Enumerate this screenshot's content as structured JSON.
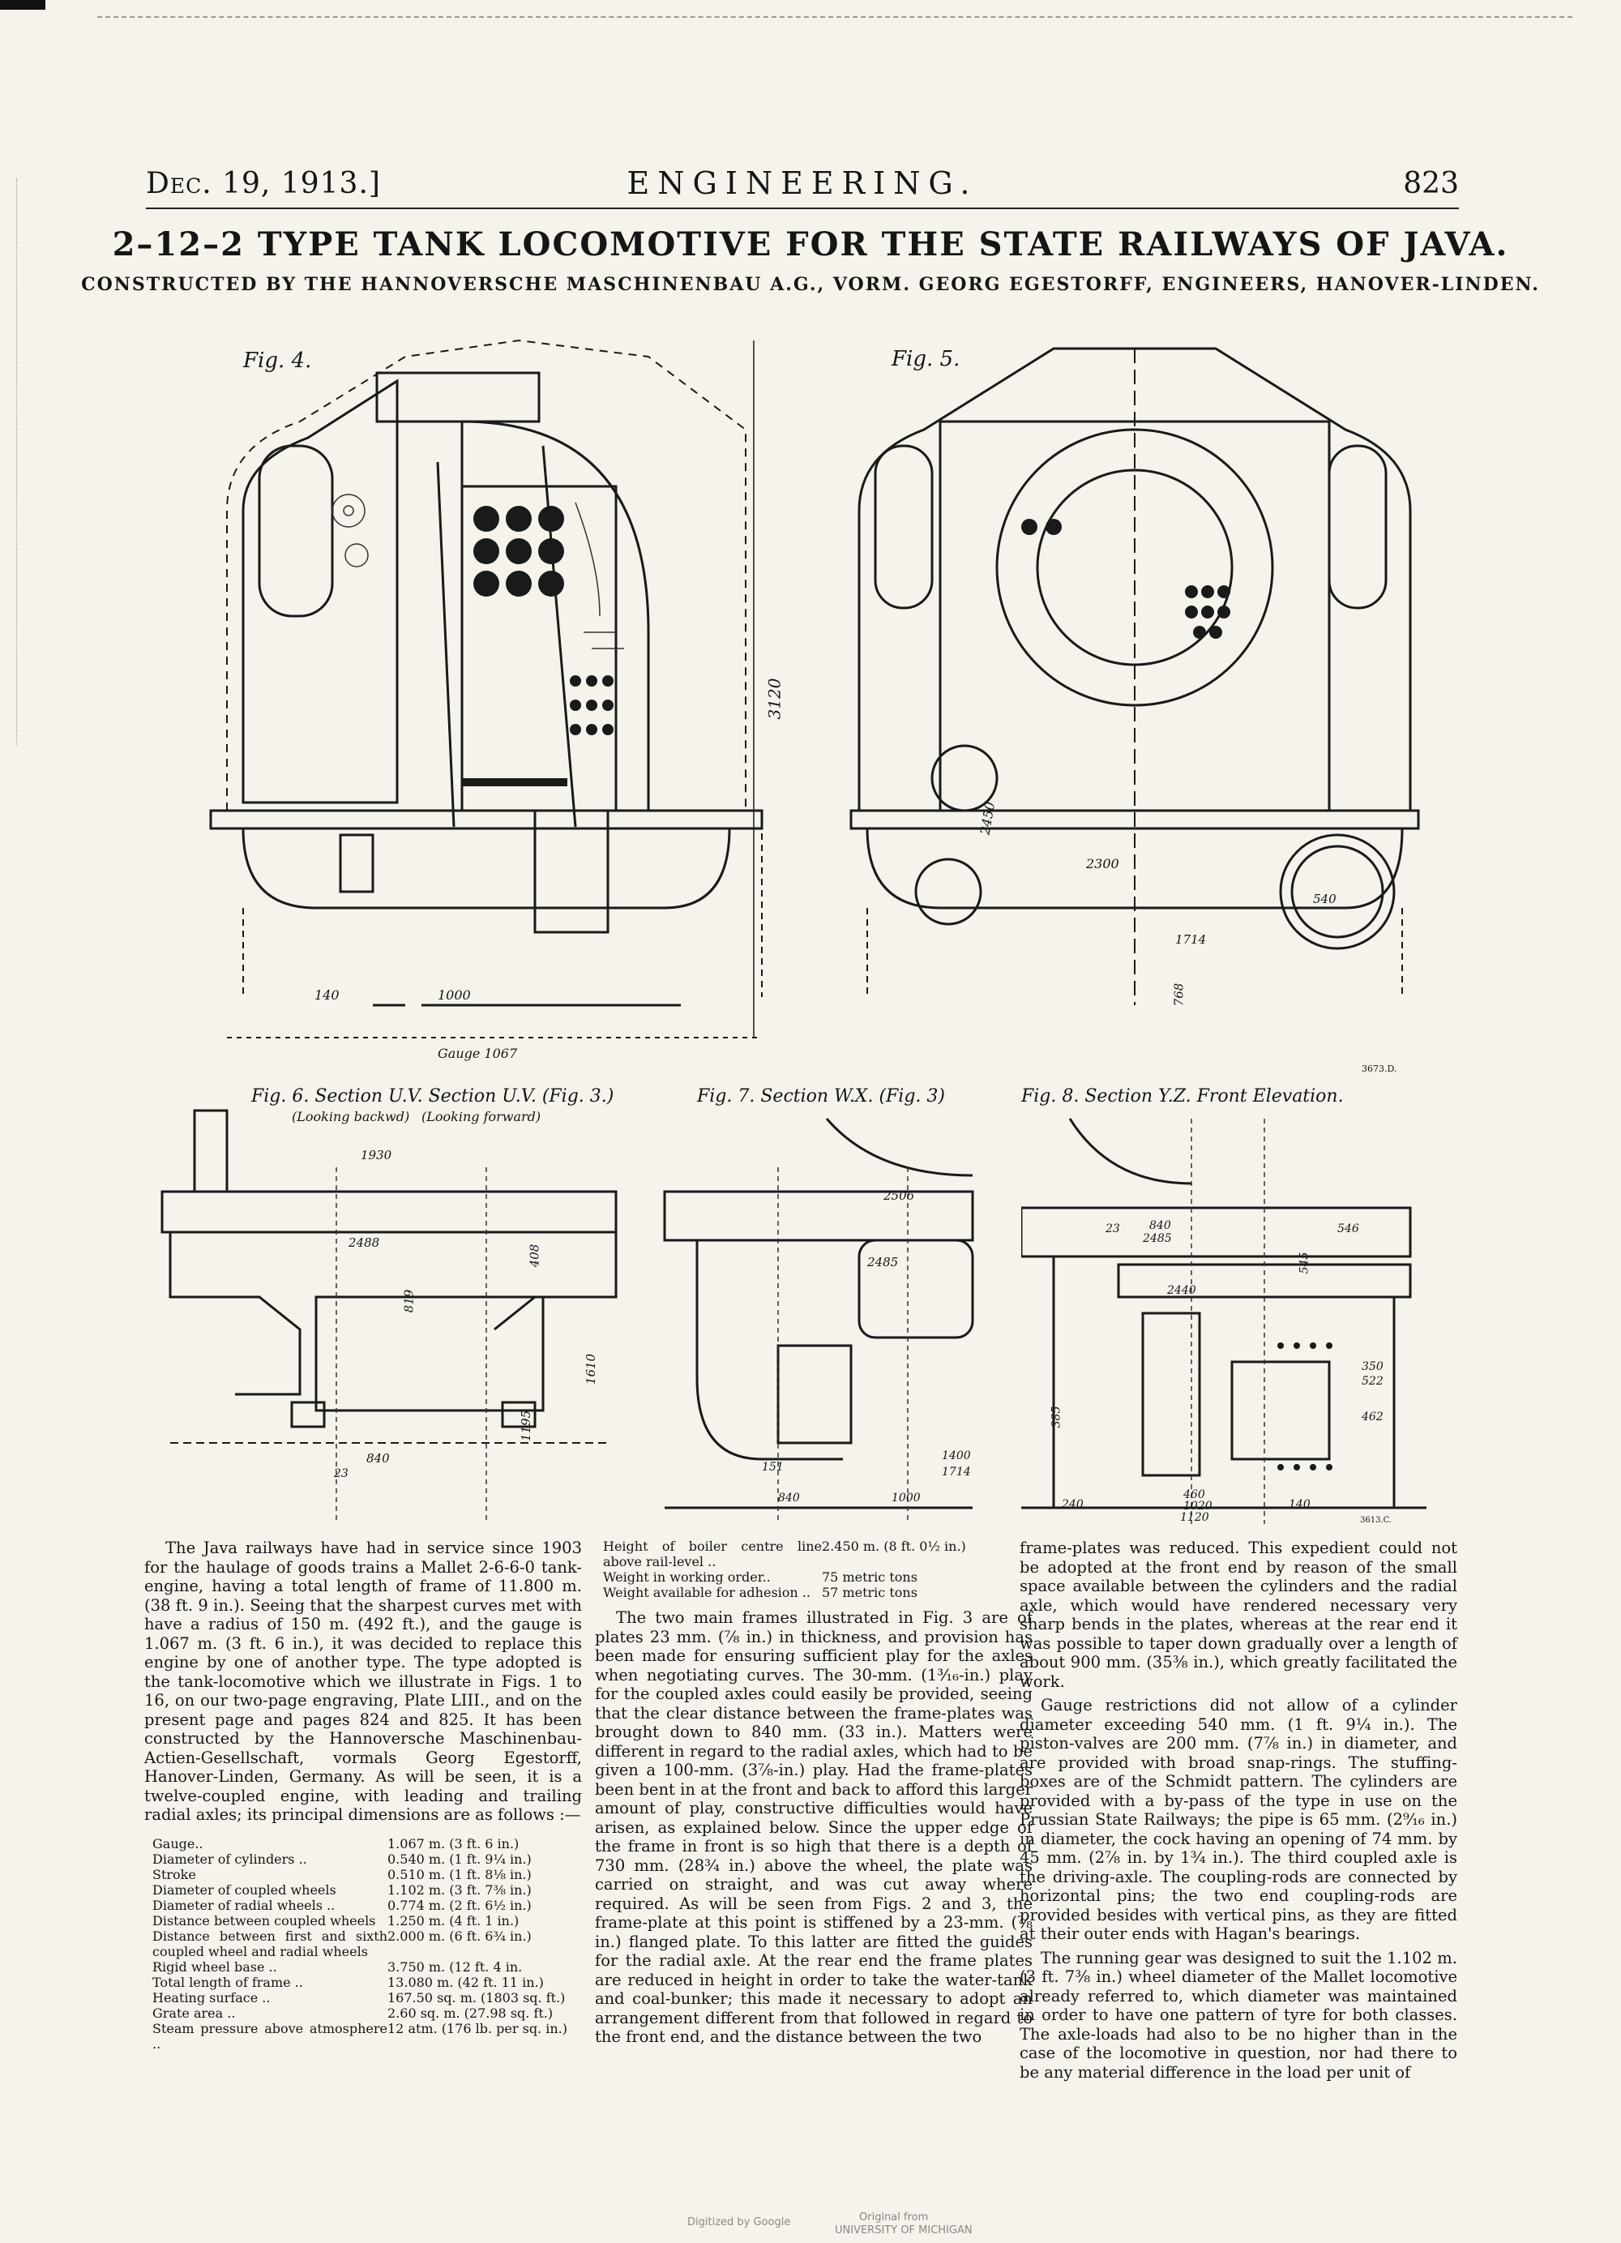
{
  "header": {
    "date": "Dec. 19, 1913.]",
    "journal": "ENGINEERING.",
    "page": "823"
  },
  "title": "2–12–2 TYPE TANK LOCOMOTIVE FOR THE STATE RAILWAYS OF JAVA.",
  "subtitle": "CONSTRUCTED BY THE HANNOVERSCHE MASCHINENBAU A.G., VORM. GEORG EGESTORFF, ENGINEERS, HANOVER-LINDEN.",
  "figures": {
    "fig4": {
      "label": "Fig. 4.",
      "dim_height": "3120",
      "dim_a": "140",
      "dim_b": "1000",
      "gauge": "Gauge 1067"
    },
    "fig5": {
      "label": "Fig. 5.",
      "dim_a": "2450",
      "dim_b": "2300",
      "dim_c": "1714",
      "dim_d": "768",
      "dim_e": "540",
      "plate_no": "3673.D."
    },
    "fig6": {
      "label": "Fig. 6. Section U.V.  Section U.V. (Fig. 3.)",
      "sub_a": "(Looking backwd)",
      "sub_b": "(Looking forward)",
      "dim_a": "1930",
      "dim_b": "2488",
      "dim_c": "408",
      "dim_d": "819",
      "dim_e": "1195",
      "dim_f": "1610",
      "dim_g": "840",
      "dim_h": "23"
    },
    "fig7": {
      "label": "Fig. 7. Section W.X. (Fig. 3)",
      "dim_a": "2506",
      "dim_b": "2485",
      "dim_c": "1400",
      "dim_d": "1714",
      "dim_e": "1000",
      "dim_f": "840",
      "dim_g": "151"
    },
    "fig8": {
      "label": "Fig. 8. Section Y.Z.  Front Elevation.",
      "dim_a": "2485",
      "dim_b": "840",
      "dim_c": "23",
      "dim_d": "546",
      "dim_e": "545",
      "dim_f": "2440",
      "dim_g": "350",
      "dim_h": "522",
      "dim_i": "462",
      "dim_j": "385",
      "dim_k": "460",
      "dim_l": "1020",
      "dim_m": "1120",
      "dim_n": "140",
      "dim_o": "240",
      "plate_no": "3613.C."
    }
  },
  "col1": {
    "para1": "The Java railways have had in service since 1903 for the haulage of goods trains a Mallet 2-6-6-0 tank-engine, having a total length of frame of 11.800 m. (38 ft. 9 in.). Seeing that the sharpest curves met with have a radius of 150 m. (492 ft.), and the gauge is 1.067 m. (3 ft. 6 in.), it was decided to replace this engine by one of another type. The type adopted is the tank-locomotive which we illustrate in Figs. 1 to 16, on our two-page engraving, Plate LIII., and on the present page and pages 824 and 825. It has been constructed by the Hannoversche Maschinenbau-Actien-Gesellschaft, vormals Georg Egestorff, Hanover-Linden, Germany. As will be seen, it is a twelve-coupled engine, with leading and trailing radial axles; its principal dimensions are as follows :—",
    "dims": [
      {
        "k": "Gauge..",
        "v": "1.067 m. (3 ft. 6 in.)"
      },
      {
        "k": "Diameter of cylinders ..",
        "v": "0.540 m. (1 ft. 9¼ in.)"
      },
      {
        "k": "Stroke",
        "v": "0.510 m. (1 ft. 8⅛ in.)"
      },
      {
        "k": "Diameter of coupled wheels",
        "v": "1.102 m. (3 ft. 7⅜ in.)"
      },
      {
        "k": "Diameter of radial wheels ..",
        "v": "0.774 m. (2 ft. 6½ in.)"
      },
      {
        "k": "Distance between coupled wheels",
        "v": "1.250 m. (4 ft. 1 in.)"
      },
      {
        "k": "Distance between first and sixth coupled wheel and radial wheels",
        "v": "2.000 m. (6 ft. 6¾ in.)"
      },
      {
        "k": "Rigid wheel base ..",
        "v": "3.750 m. (12 ft. 4 in."
      },
      {
        "k": "Total length of frame ..",
        "v": "13.080 m. (42 ft. 11 in.)"
      },
      {
        "k": "Heating surface ..",
        "v": "167.50 sq. m. (1803 sq. ft.)"
      },
      {
        "k": "Grate area ..",
        "v": "2.60 sq. m. (27.98 sq. ft.)"
      },
      {
        "k": "Steam pressure above atmosphere ..",
        "v": "12 atm. (176 lb. per sq. in.)"
      }
    ]
  },
  "col2": {
    "dims": [
      {
        "k": "Height of boiler centre line above rail-level ..",
        "v": "2.450 m. (8 ft. 0½ in.)"
      },
      {
        "k": "Weight in working order..",
        "v": "75 metric tons"
      },
      {
        "k": "Weight available for adhesion ..",
        "v": "57 metric tons"
      }
    ],
    "para1": "The two main frames illustrated in Fig. 3 are of plates 23 mm. (⅞ in.) in thickness, and provision has been made for ensuring sufficient play for the axles when negotiating curves. The 30-mm. (1³⁄₁₆-in.) play for the coupled axles could easily be provided, seeing that the clear distance between the frame-plates was brought down to 840 mm. (33 in.). Matters were different in regard to the radial axles, which had to be given a 100-mm. (3⅞-in.) play. Had the frame-plates been bent in at the front and back to afford this larger amount of play, constructive difficulties would have arisen, as explained below. Since the upper edge of the frame in front is so high that there is a depth of 730 mm. (28¾ in.) above the wheel, the plate was carried on straight, and was cut away where required. As will be seen from Figs. 2 and 3, the frame-plate at this point is stiffened by a 23-mm. (⅞ in.) flanged plate. To this latter are fitted the guides for the radial axle. At the rear end the frame plates are reduced in height in order to take the water-tank and coal-bunker; this made it necessary to adopt an arrangement different from that followed in regard to the front end, and the distance between the two"
  },
  "col3": {
    "para1": "frame-plates was reduced. This expedient could not be adopted at the front end by reason of the small space available between the cylinders and the radial axle, which would have rendered necessary very sharp bends in the plates, whereas at the rear end it was possible to taper down gradually over a length of about 900 mm. (35⅜ in.), which greatly facilitated the work.",
    "para2": "Gauge restrictions did not allow of a cylinder diameter exceeding 540 mm. (1 ft. 9¼ in.). The piston-valves are 200 mm. (7⅞ in.) in diameter, and are provided with broad snap-rings. The stuffing-boxes are of the Schmidt pattern. The cylinders are provided with a by-pass of the type in use on the Prussian State Railways; the pipe is 65 mm. (2⁹⁄₁₆ in.) in diameter, the cock having an opening of 74 mm. by 45 mm. (2⅞ in. by 1¾ in.). The third coupled axle is the driving-axle. The coupling-rods are connected by horizontal pins; the two end coupling-rods are provided besides with vertical pins, as they are fitted at their outer ends with Hagan's bearings.",
    "para3": "The running gear was designed to suit the 1.102 m. (3 ft. 7⅜ in.) wheel diameter of the Mallet locomotive already referred to, which diameter was maintained in order to have one pattern of tyre for both classes. The axle-loads had also to be no higher than in the case of the locomotive in question, nor had there to be any material difference in the load per unit of"
  },
  "footer": {
    "left": "Digitized by Google",
    "right_1": "Original from",
    "right_2": "UNIVERSITY OF MICHIGAN"
  }
}
